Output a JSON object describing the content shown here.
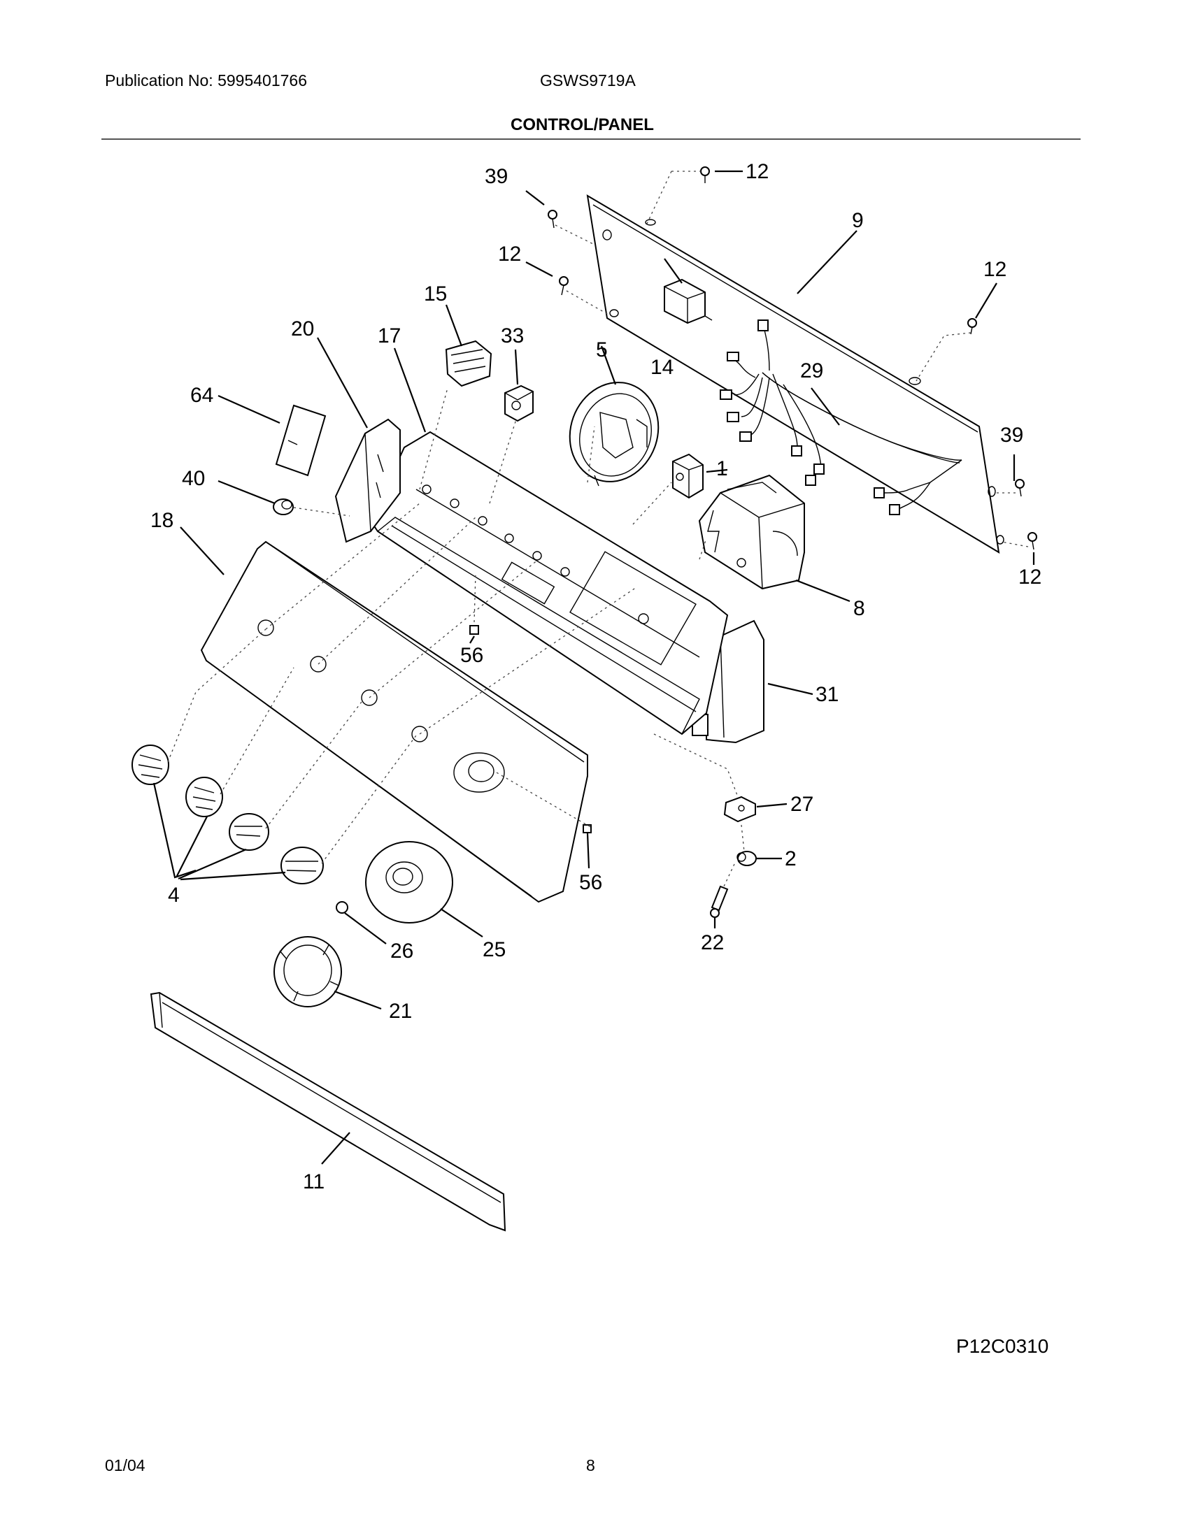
{
  "header": {
    "publication": "Publication No: 5995401766",
    "model": "GSWS9719A",
    "section_title": "CONTROL/PANEL"
  },
  "diagram": {
    "callouts": [
      {
        "id": "c-39-top",
        "label": "39"
      },
      {
        "id": "c-12-top",
        "label": "12"
      },
      {
        "id": "c-9",
        "label": "9"
      },
      {
        "id": "c-12-left",
        "label": "12"
      },
      {
        "id": "c-12-right",
        "label": "12"
      },
      {
        "id": "c-15",
        "label": "15"
      },
      {
        "id": "c-20",
        "label": "20"
      },
      {
        "id": "c-17",
        "label": "17"
      },
      {
        "id": "c-33",
        "label": "33"
      },
      {
        "id": "c-5",
        "label": "5"
      },
      {
        "id": "c-14",
        "label": "14"
      },
      {
        "id": "c-29",
        "label": "29"
      },
      {
        "id": "c-64",
        "label": "64"
      },
      {
        "id": "c-39-right",
        "label": "39"
      },
      {
        "id": "c-1",
        "label": "1"
      },
      {
        "id": "c-40",
        "label": "40"
      },
      {
        "id": "c-18",
        "label": "18"
      },
      {
        "id": "c-12-lower",
        "label": "12"
      },
      {
        "id": "c-8",
        "label": "8"
      },
      {
        "id": "c-56-upper",
        "label": "56"
      },
      {
        "id": "c-31",
        "label": "31"
      },
      {
        "id": "c-27",
        "label": "27"
      },
      {
        "id": "c-2",
        "label": "2"
      },
      {
        "id": "c-56-lower",
        "label": "56"
      },
      {
        "id": "c-4",
        "label": "4"
      },
      {
        "id": "c-26",
        "label": "26"
      },
      {
        "id": "c-25",
        "label": "25"
      },
      {
        "id": "c-22",
        "label": "22"
      },
      {
        "id": "c-21",
        "label": "21"
      },
      {
        "id": "c-11",
        "label": "11"
      }
    ],
    "drawing_code": "P12C0310"
  },
  "footer": {
    "date": "01/04",
    "page": "8"
  }
}
